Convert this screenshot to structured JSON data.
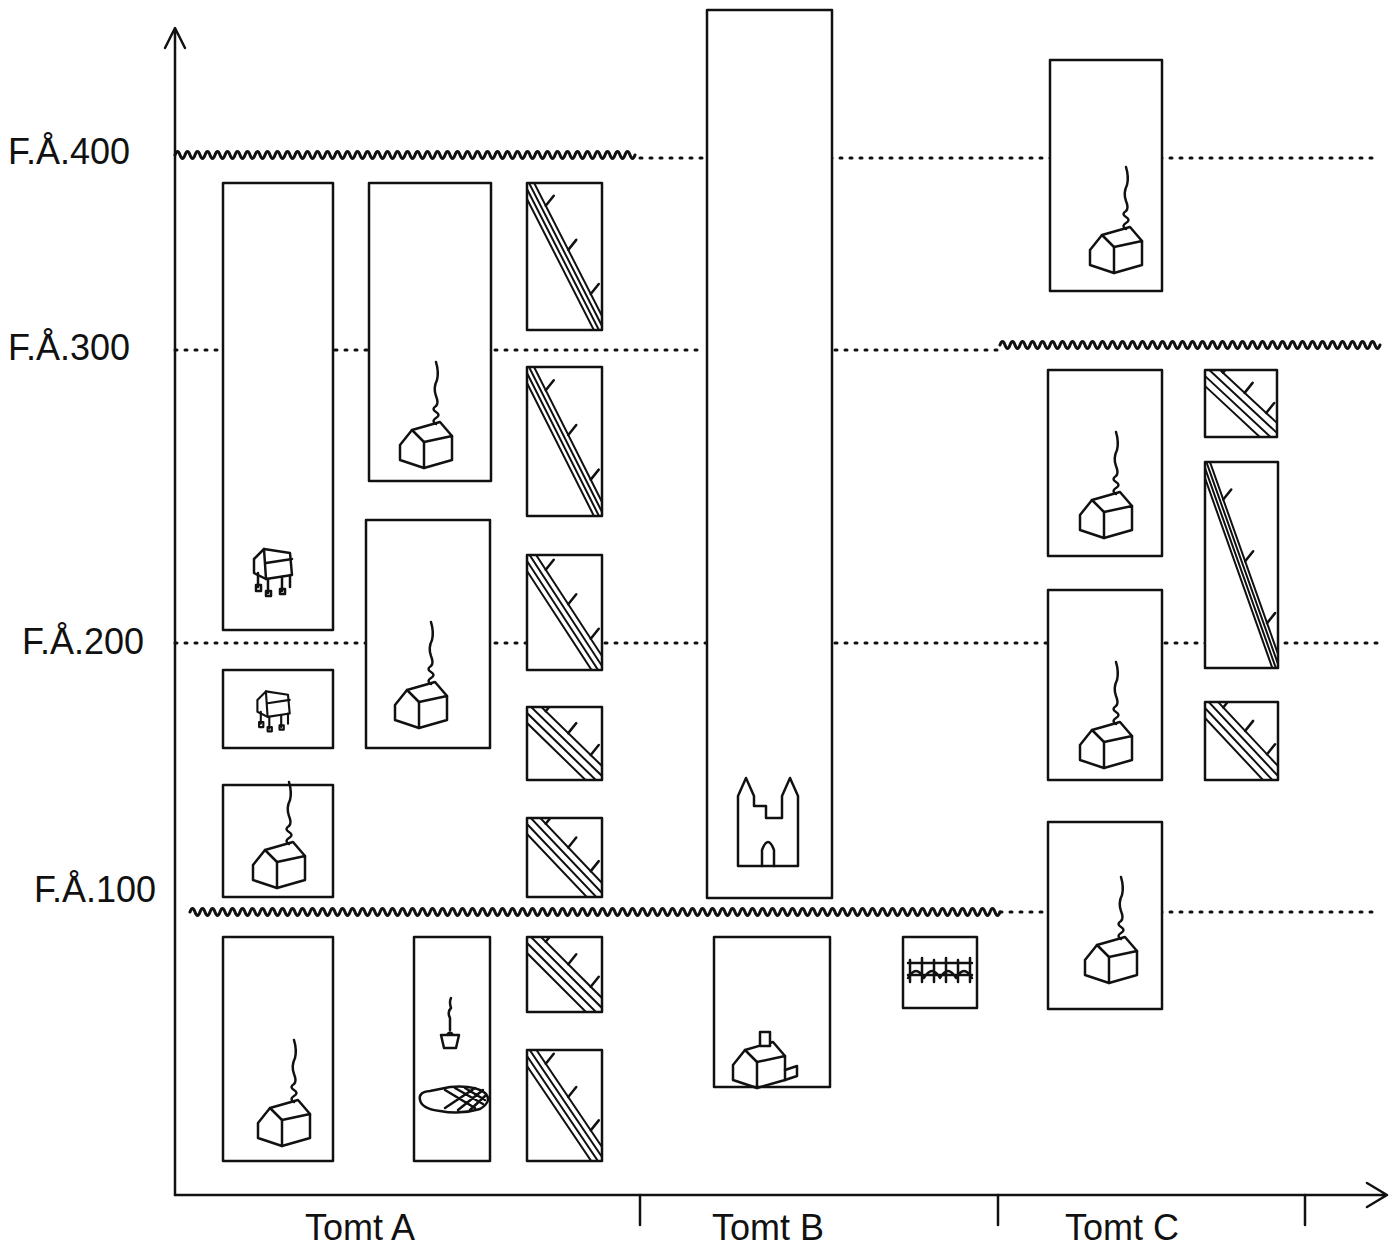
{
  "diagram": {
    "labels": [
      "F.Å.400",
      "F.Å.300",
      "F.Å.200",
      "F.Å.100",
      "Tomt A",
      "Tomt B",
      "Tomt C"
    ]
  }
}
